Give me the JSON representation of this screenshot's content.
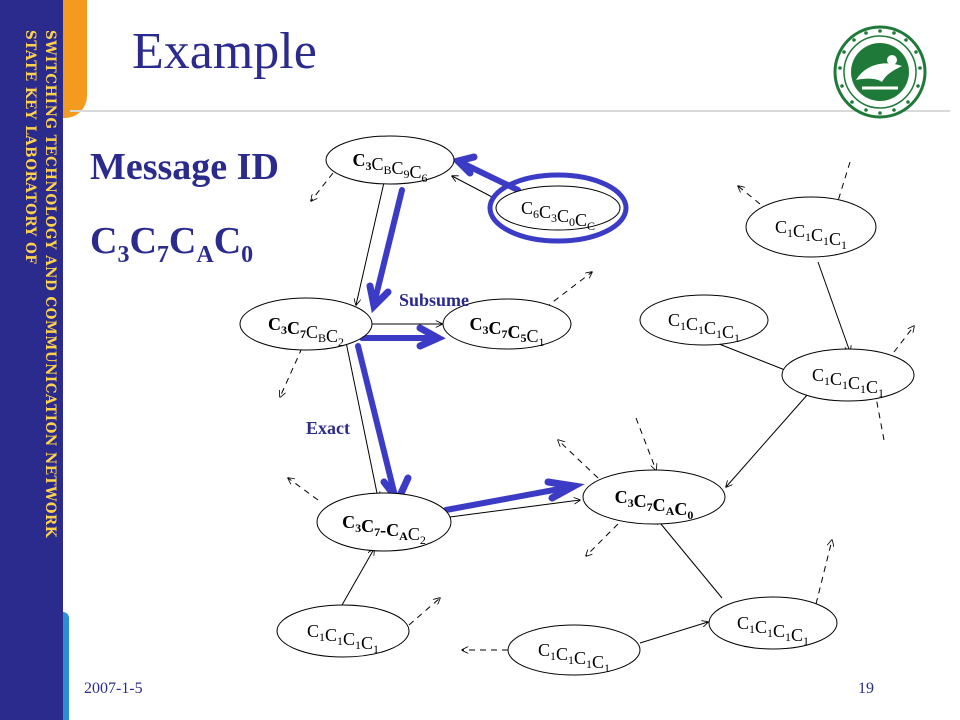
{
  "slide": {
    "title": "Example",
    "side_text": [
      "SWITCHING TECHNOLOGY AND COMMUNICATION NETWORK",
      "STATE KEY LABORATORY OF"
    ],
    "date": "2007-1-5",
    "page_number": "19",
    "brand_color": "#2b2b8e",
    "accent_color": "#f39a1f"
  },
  "message": {
    "label": "Message ID",
    "id": [
      {
        "t": "C"
      },
      {
        "s": "3"
      },
      {
        "t": "C"
      },
      {
        "s": "7"
      },
      {
        "t": "C"
      },
      {
        "s": "A"
      },
      {
        "t": "C"
      },
      {
        "s": "0"
      }
    ]
  },
  "edge_labels": {
    "subsume": "Subsume",
    "exact": "Exact"
  },
  "nodes": [
    {
      "id": "n-c3cbc9c6",
      "parts": [
        {
          "b": "C"
        },
        {
          "bs": "3"
        },
        {
          "t": "C"
        },
        {
          "s": "B"
        },
        {
          "t": "C"
        },
        {
          "s": "9"
        },
        {
          "t": "C"
        },
        {
          "s": "6"
        }
      ]
    },
    {
      "id": "n-c6c3c0cc",
      "parts": [
        {
          "t": "C"
        },
        {
          "s": "6"
        },
        {
          "t": "C"
        },
        {
          "s": "3"
        },
        {
          "t": "C"
        },
        {
          "s": "0"
        },
        {
          "t": "C"
        },
        {
          "s": "C"
        }
      ]
    },
    {
      "id": "n-c1-top-right",
      "parts": [
        {
          "t": "C"
        },
        {
          "s": "1"
        },
        {
          "t": "C"
        },
        {
          "s": "1"
        },
        {
          "t": "C"
        },
        {
          "s": "1"
        },
        {
          "t": "C"
        },
        {
          "s": "1"
        }
      ]
    },
    {
      "id": "n-c3c7cbc2",
      "parts": [
        {
          "b": "C"
        },
        {
          "bs": "3"
        },
        {
          "b": "C"
        },
        {
          "bs": "7"
        },
        {
          "t": "C"
        },
        {
          "s": "B"
        },
        {
          "t": "C"
        },
        {
          "s": "2"
        }
      ]
    },
    {
      "id": "n-c3c7c5c1",
      "parts": [
        {
          "b": "C"
        },
        {
          "bs": "3"
        },
        {
          "b": "C"
        },
        {
          "bs": "7"
        },
        {
          "b": "C"
        },
        {
          "bs": "5"
        },
        {
          "t": "C"
        },
        {
          "s": "1"
        }
      ]
    },
    {
      "id": "n-c1-mid",
      "parts": [
        {
          "t": "C"
        },
        {
          "s": "1"
        },
        {
          "t": "C"
        },
        {
          "s": "1"
        },
        {
          "t": "C"
        },
        {
          "s": "1"
        },
        {
          "t": "C"
        },
        {
          "s": "1"
        }
      ]
    },
    {
      "id": "n-c1-right",
      "parts": [
        {
          "t": "C"
        },
        {
          "s": "1"
        },
        {
          "t": "C"
        },
        {
          "s": "1"
        },
        {
          "t": "C"
        },
        {
          "s": "1"
        },
        {
          "t": "C"
        },
        {
          "s": "1"
        }
      ]
    },
    {
      "id": "n-c3c7cac0",
      "parts": [
        {
          "b": "C"
        },
        {
          "bs": "3"
        },
        {
          "b": "C"
        },
        {
          "bs": "7"
        },
        {
          "b": "C"
        },
        {
          "bs": "A"
        },
        {
          "b": "C"
        },
        {
          "bs": "0"
        }
      ]
    },
    {
      "id": "n-c3c7cac2",
      "parts": [
        {
          "b": "C"
        },
        {
          "bs": "3"
        },
        {
          "b": "C"
        },
        {
          "bs": "7"
        },
        {
          "b": "-"
        },
        {
          "b": "C"
        },
        {
          "bs": "A"
        },
        {
          "t": "C"
        },
        {
          "s": "2"
        }
      ]
    },
    {
      "id": "n-c1-bottom-left",
      "parts": [
        {
          "t": "C"
        },
        {
          "s": "1"
        },
        {
          "t": "C"
        },
        {
          "s": "1"
        },
        {
          "t": "C"
        },
        {
          "s": "1"
        },
        {
          "t": "C"
        },
        {
          "s": "1"
        }
      ]
    },
    {
      "id": "n-c1-bottom-right",
      "parts": [
        {
          "t": "C"
        },
        {
          "s": "1"
        },
        {
          "t": "C"
        },
        {
          "s": "1"
        },
        {
          "t": "C"
        },
        {
          "s": "1"
        },
        {
          "t": "C"
        },
        {
          "s": "1"
        }
      ]
    },
    {
      "id": "n-c1-bottom-center",
      "parts": [
        {
          "t": "C"
        },
        {
          "s": "1"
        },
        {
          "t": "C"
        },
        {
          "s": "1"
        },
        {
          "t": "C"
        },
        {
          "s": "1"
        },
        {
          "t": "C"
        },
        {
          "s": "1"
        }
      ]
    }
  ]
}
